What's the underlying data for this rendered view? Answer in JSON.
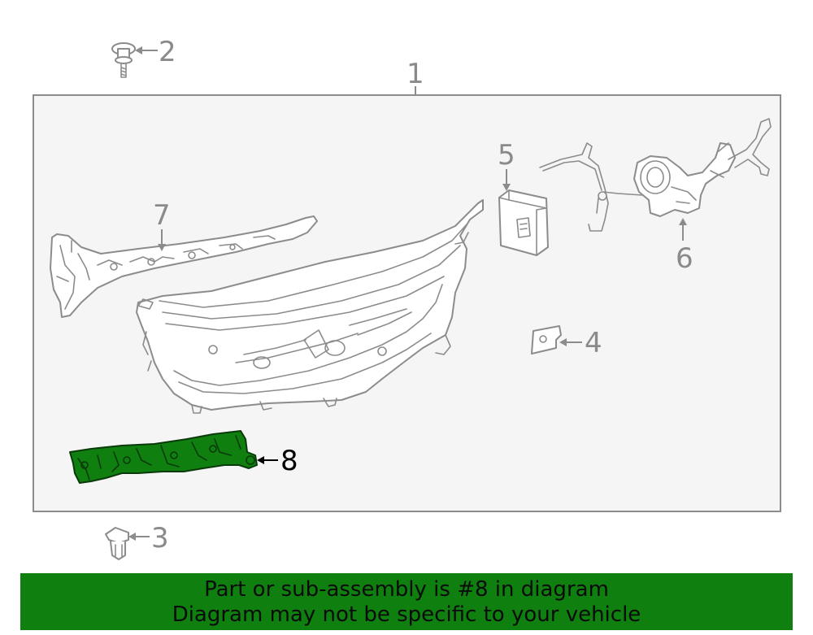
{
  "diagram": {
    "callouts": {
      "c1": "1",
      "c2": "2",
      "c3": "3",
      "c4": "4",
      "c5": "5",
      "c6": "6",
      "c7": "7",
      "c8": "8"
    },
    "highlighted_part": "8",
    "colors": {
      "line_art": "#8c8c8c",
      "assembly_box_fill": "#f5f5f5",
      "highlight_fill": "#0f7f0f",
      "banner_bg": "#0f7f0f"
    }
  },
  "banner": {
    "line1": "Part or sub-assembly is #8 in diagram",
    "line2": "Diagram may not be specific to your vehicle"
  }
}
